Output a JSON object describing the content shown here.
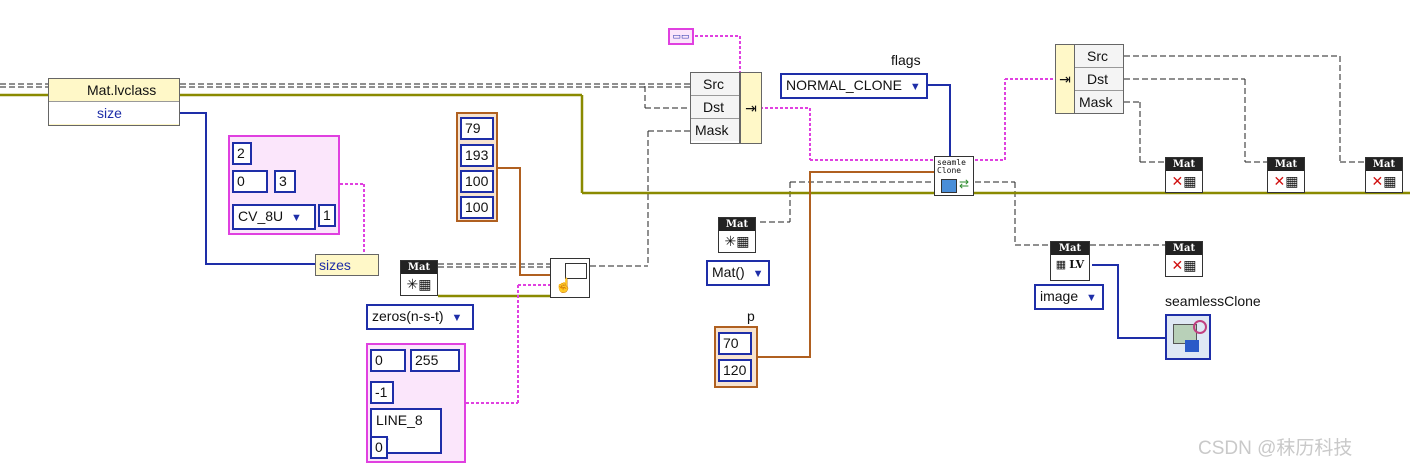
{
  "mat_class": {
    "title": "Mat.lvclass",
    "property": "size"
  },
  "sizes_cluster": {
    "dims": "2",
    "val_a": "0",
    "val_b": "3",
    "type": "CV_8U",
    "channels": "1"
  },
  "sizes_node": {
    "label": "sizes"
  },
  "zeros_node": {
    "header": "Mat",
    "selector": "zeros(n-s-t)"
  },
  "rect_array": {
    "values": [
      "79",
      "193",
      "100",
      "100"
    ]
  },
  "rect_params": {
    "color_a": "0",
    "color_b": "255",
    "thickness": "-1",
    "line_type": "LINE_8",
    "shift": "0"
  },
  "seamless_inputs": {
    "labels": [
      "Src",
      "Dst",
      "Mask"
    ]
  },
  "flags": {
    "label": "flags",
    "value": "NORMAL_CLONE"
  },
  "seamless_node": {
    "label": "seamle Clone"
  },
  "mat_ctor": {
    "header": "Mat",
    "selector": "Mat()"
  },
  "point": {
    "label": "p",
    "x": "70",
    "y": "120"
  },
  "output_cluster": {
    "labels": [
      "Src",
      "Dst",
      "Mask"
    ]
  },
  "release_nodes": {
    "header": "Mat"
  },
  "image_node": {
    "header": "Mat",
    "lv_label": "LV",
    "selector": "image"
  },
  "display": {
    "label": "seamlessClone"
  },
  "watermark": "CSDN @秣历科技",
  "colors": {
    "mat_wire": "#222222",
    "image_wire": "#8a8a00",
    "cluster_wire": "#e040e0",
    "int_wire": "#1e2ea8",
    "array_wire": "#b06020"
  }
}
